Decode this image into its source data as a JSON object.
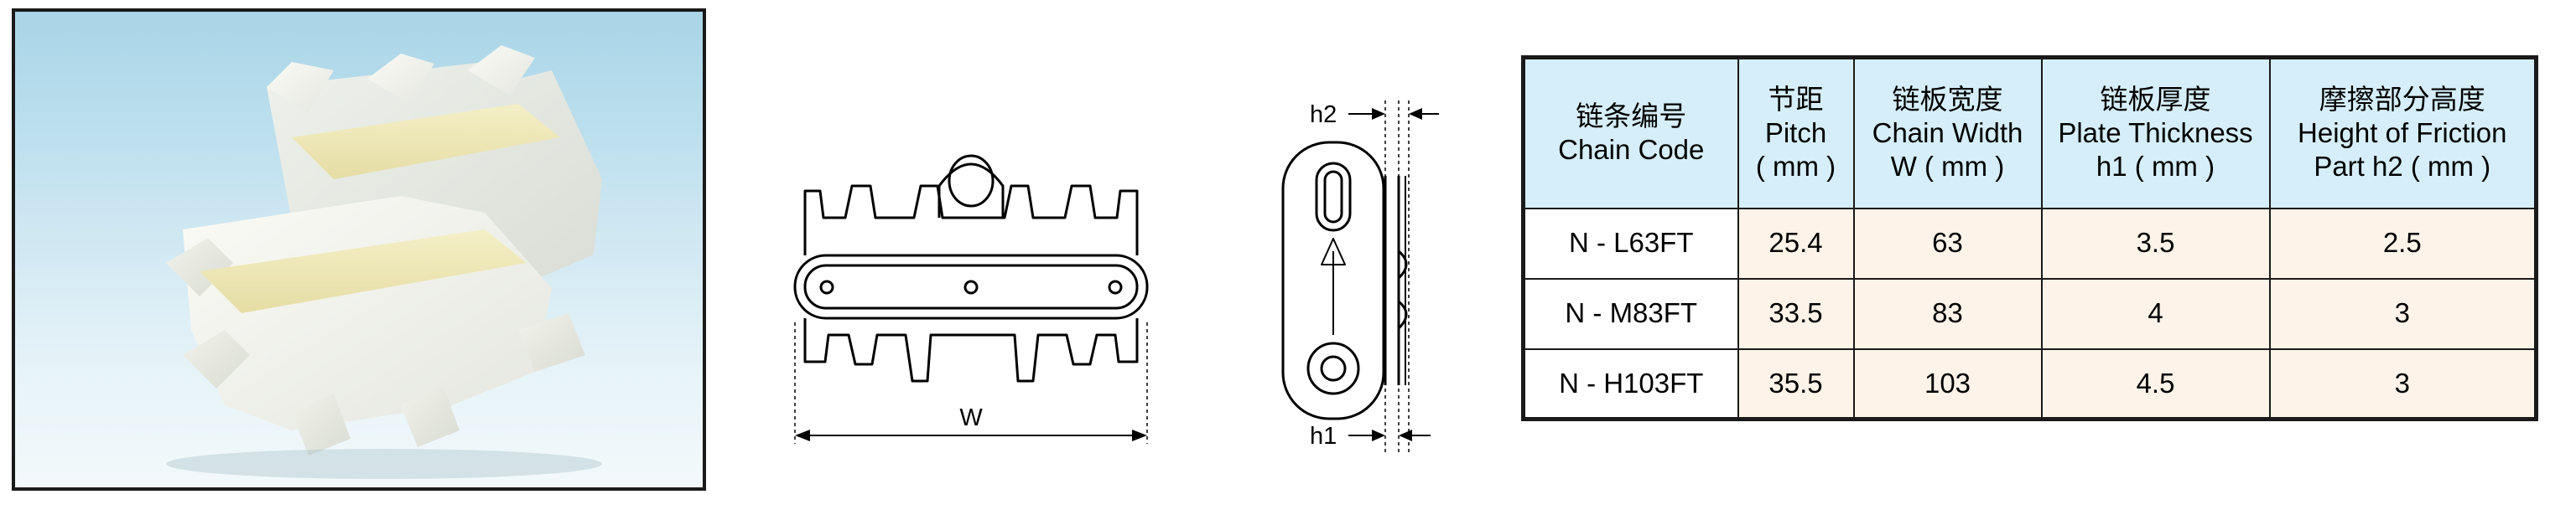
{
  "drawing": {
    "w_label": "W",
    "h1_label": "h1",
    "h2_label": "h2"
  },
  "table": {
    "headers": [
      {
        "zh": "链条编号",
        "en1": "Chain Code",
        "en2": ""
      },
      {
        "zh": "节距",
        "en1": "Pitch",
        "en2": "( mm )"
      },
      {
        "zh": "链板宽度",
        "en1": "Chain Width",
        "en2": "W ( mm )"
      },
      {
        "zh": "链板厚度",
        "en1": "Plate Thickness",
        "en2": "h1 ( mm )"
      },
      {
        "zh": "摩擦部分高度",
        "en1": "Height of  Friction",
        "en2": "Part h2 ( mm )"
      }
    ],
    "rows": [
      [
        "N - L63FT",
        "25.4",
        "63",
        "3.5",
        "2.5"
      ],
      [
        "N - M83FT",
        "33.5",
        "83",
        "4",
        "3"
      ],
      [
        "N - H103FT",
        "35.5",
        "103",
        "4.5",
        "3"
      ]
    ]
  },
  "colors": {
    "header_bg": "#d6eef9",
    "cell_bg": "#fdf3e8",
    "border": "#1a1a1a",
    "photo_bg_top": "#a9d5e7"
  }
}
